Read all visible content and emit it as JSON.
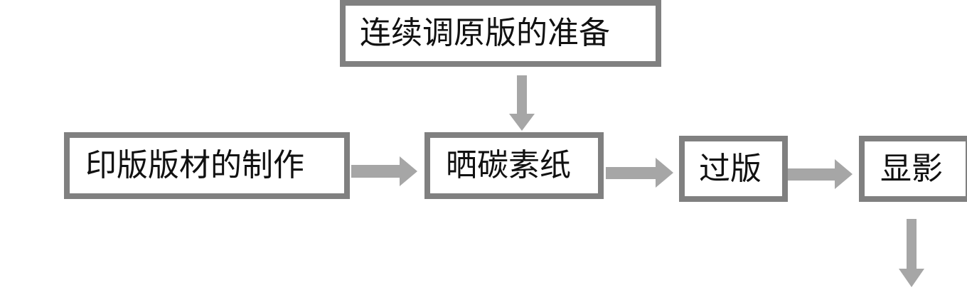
{
  "diagram": {
    "nodes": [
      {
        "id": "prep",
        "label": "连续调原版的准备"
      },
      {
        "id": "mat",
        "label": "印版版材的制作"
      },
      {
        "id": "carbon",
        "label": "晒碳素纸"
      },
      {
        "id": "trans",
        "label": "过版"
      },
      {
        "id": "dev",
        "label": "显影"
      }
    ],
    "edges": [
      {
        "from": "prep",
        "to": "carbon"
      },
      {
        "from": "mat",
        "to": "carbon"
      },
      {
        "from": "carbon",
        "to": "trans"
      },
      {
        "from": "trans",
        "to": "dev"
      },
      {
        "from": "dev",
        "to": ""
      }
    ],
    "colors": {
      "box_border": "#808080",
      "arrow": "#a6a6a6",
      "text": "#111111",
      "background": "#ffffff"
    }
  }
}
